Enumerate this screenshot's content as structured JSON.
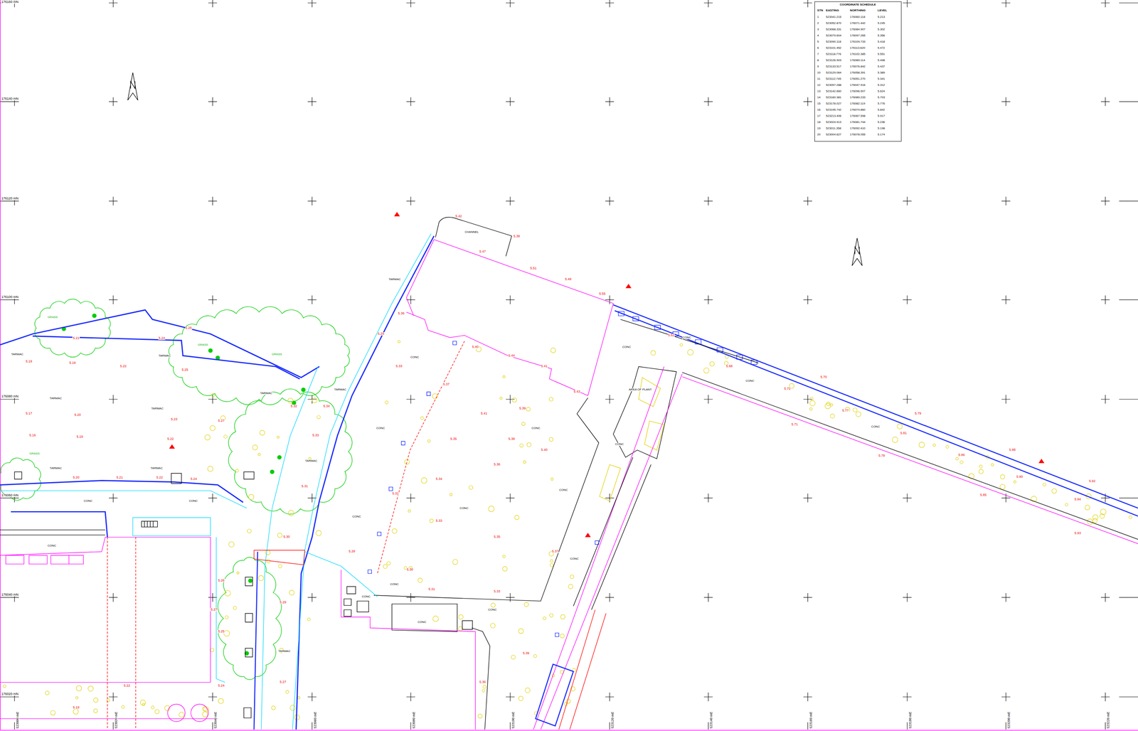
{
  "diagram": {
    "nodes": [
      {
        "text": [
          "COORDINATE SCHEDULE"
        ]
      }
    ],
    "labels": [
      "176160 mN",
      "176140 mN",
      "176120 mN",
      "176100 mN",
      "176080 mN",
      "176060 mN",
      "176040 mN",
      "176020 mN",
      "523000 mE",
      "523020 mE",
      "523040 mE",
      "523060 mE",
      "523080 mE",
      "523100 mE",
      "523120 mE",
      "523140 mE",
      "523160 mE",
      "523180 mE",
      "523200 mE",
      "523220 mE",
      "STN",
      "EASTING",
      "NORTHING",
      "LEVEL",
      "1",
      "523041.215",
      "176060.118",
      "5.213",
      "2",
      "523052.870",
      "176071.442",
      "5.245",
      "3",
      "523068.331",
      "176084.907",
      "5.302",
      "4",
      "523079.604",
      "176097.265",
      "5.356",
      "5",
      "523090.118",
      "176109.733",
      "5.418",
      "6",
      "523101.452",
      "176113.620",
      "5.472",
      "7",
      "523118.776",
      "176102.385",
      "5.551",
      "8",
      "523126.903",
      "176089.114",
      "5.498",
      "9",
      "523133.517",
      "176076.842",
      "5.437",
      "10",
      "523129.064",
      "176058.391",
      "5.389",
      "11",
      "523112.745",
      "176051.270",
      "5.341",
      "12",
      "523097.288",
      "176047.916",
      "5.312",
      "13",
      "523142.660",
      "176096.507",
      "5.624",
      "14",
      "523160.381",
      "176089.233",
      "5.703",
      "15",
      "523178.027",
      "176082.119",
      "5.776",
      "16",
      "523195.742",
      "176074.860",
      "5.842",
      "17",
      "523213.406",
      "176067.598",
      "5.917",
      "18",
      "523024.913",
      "176081.744",
      "5.236",
      "19",
      "523011.358",
      "176092.410",
      "5.198",
      "20",
      "523004.627",
      "176078.055",
      "5.174",
      "TARMAC",
      "TARMAC",
      "TARMAC",
      "TARMAC",
      "TARMAC",
      "TARMAC",
      "TARMAC",
      "TARMAC",
      "TARMAC",
      "TARMAC",
      "TARMAC",
      "CONC",
      "CONC",
      "CONC",
      "CONC",
      "CONC",
      "CONC",
      "CONC",
      "CONC",
      "CONC",
      "CONC",
      "CONC",
      "CONC",
      "CONC",
      "CONC",
      "CONC",
      "CONC",
      "CONC",
      "CONC",
      "CONC",
      "AREA OF PLANT",
      "GRASS",
      "GRASS",
      "GRASS",
      "GRASS",
      "CHANNEL",
      "5.42",
      "5.38",
      "5.47",
      "5.51",
      "5.49",
      "5.55",
      "5.36",
      "5.40",
      "5.44",
      "5.41",
      "5.43",
      "5.33",
      "5.29",
      "5.37",
      "5.39",
      "5.41",
      "5.35",
      "5.38",
      "5.40",
      "5.34",
      "5.36",
      "5.31",
      "5.33",
      "5.35",
      "5.37",
      "5.28",
      "5.30",
      "5.33",
      "5.31",
      "5.62",
      "5.68",
      "5.72",
      "5.77",
      "5.81",
      "5.86",
      "5.90",
      "5.94",
      "5.70",
      "5.79",
      "5.88",
      "5.92",
      "5.71",
      "5.78",
      "5.85",
      "5.93",
      "5.21",
      "5.24",
      "5.26",
      "5.18",
      "5.19",
      "5.22",
      "5.25",
      "5.17",
      "5.20",
      "5.23",
      "5.27",
      "5.16",
      "5.19",
      "5.22",
      "5.20",
      "5.21",
      "5.22",
      "5.24",
      "5.26",
      "5.27",
      "5.25",
      "5.24",
      "5.22",
      "5.19",
      "5.32",
      "5.34",
      "5.33",
      "5.31",
      "5.30",
      "5.29",
      "5.27",
      "5.36",
      "5.39"
    ]
  }
}
